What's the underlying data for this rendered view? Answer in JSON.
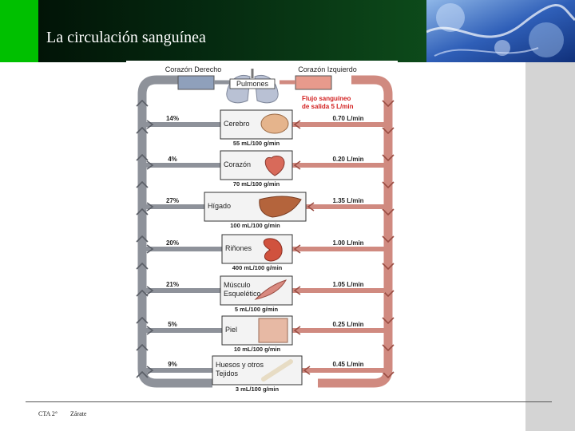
{
  "header": {
    "title": "La circulación sanguínea"
  },
  "footer": {
    "left": "CTA 2°",
    "right": "Zárate"
  },
  "colors": {
    "venous": "#8e929a",
    "arterial": "#d08a80",
    "header_green": "#00c000"
  },
  "diagram": {
    "right_heart": "Corazón Derecho",
    "left_heart": "Corazón Izquierdo",
    "lungs": "Pulmones",
    "output_line1": "Flujo sanguíneo",
    "output_line2": "de salida 5 L/min",
    "organs": [
      {
        "name": "Cerebro",
        "name2": "",
        "icon": "brain-icon",
        "percent": "14%",
        "flow": "0.70 L/min",
        "rate": "55 mL/100 g/min"
      },
      {
        "name": "Corazón",
        "name2": "",
        "icon": "heart-icon",
        "percent": "4%",
        "flow": "0.20 L/min",
        "rate": "70 mL/100 g/min"
      },
      {
        "name": "Hígado",
        "name2": "",
        "icon": "liver-icon",
        "percent": "27%",
        "flow": "1.35 L/min",
        "rate": "100 mL/100 g/min"
      },
      {
        "name": "Riñones",
        "name2": "",
        "icon": "kidney-icon",
        "percent": "20%",
        "flow": "1.00 L/min",
        "rate": "400 mL/100 g/min"
      },
      {
        "name": "Músculo",
        "name2": "Esquelético",
        "icon": "muscle-icon",
        "percent": "21%",
        "flow": "1.05 L/min",
        "rate": "5 mL/100 g/min"
      },
      {
        "name": "Piel",
        "name2": "",
        "icon": "skin-icon",
        "percent": "5%",
        "flow": "0.25 L/min",
        "rate": "10 mL/100 g/min"
      },
      {
        "name": "Huesos y otros",
        "name2": "Tejidos",
        "icon": "bone-icon",
        "percent": "9%",
        "flow": "0.45 L/min",
        "rate": "3 mL/100 g/min"
      }
    ]
  }
}
